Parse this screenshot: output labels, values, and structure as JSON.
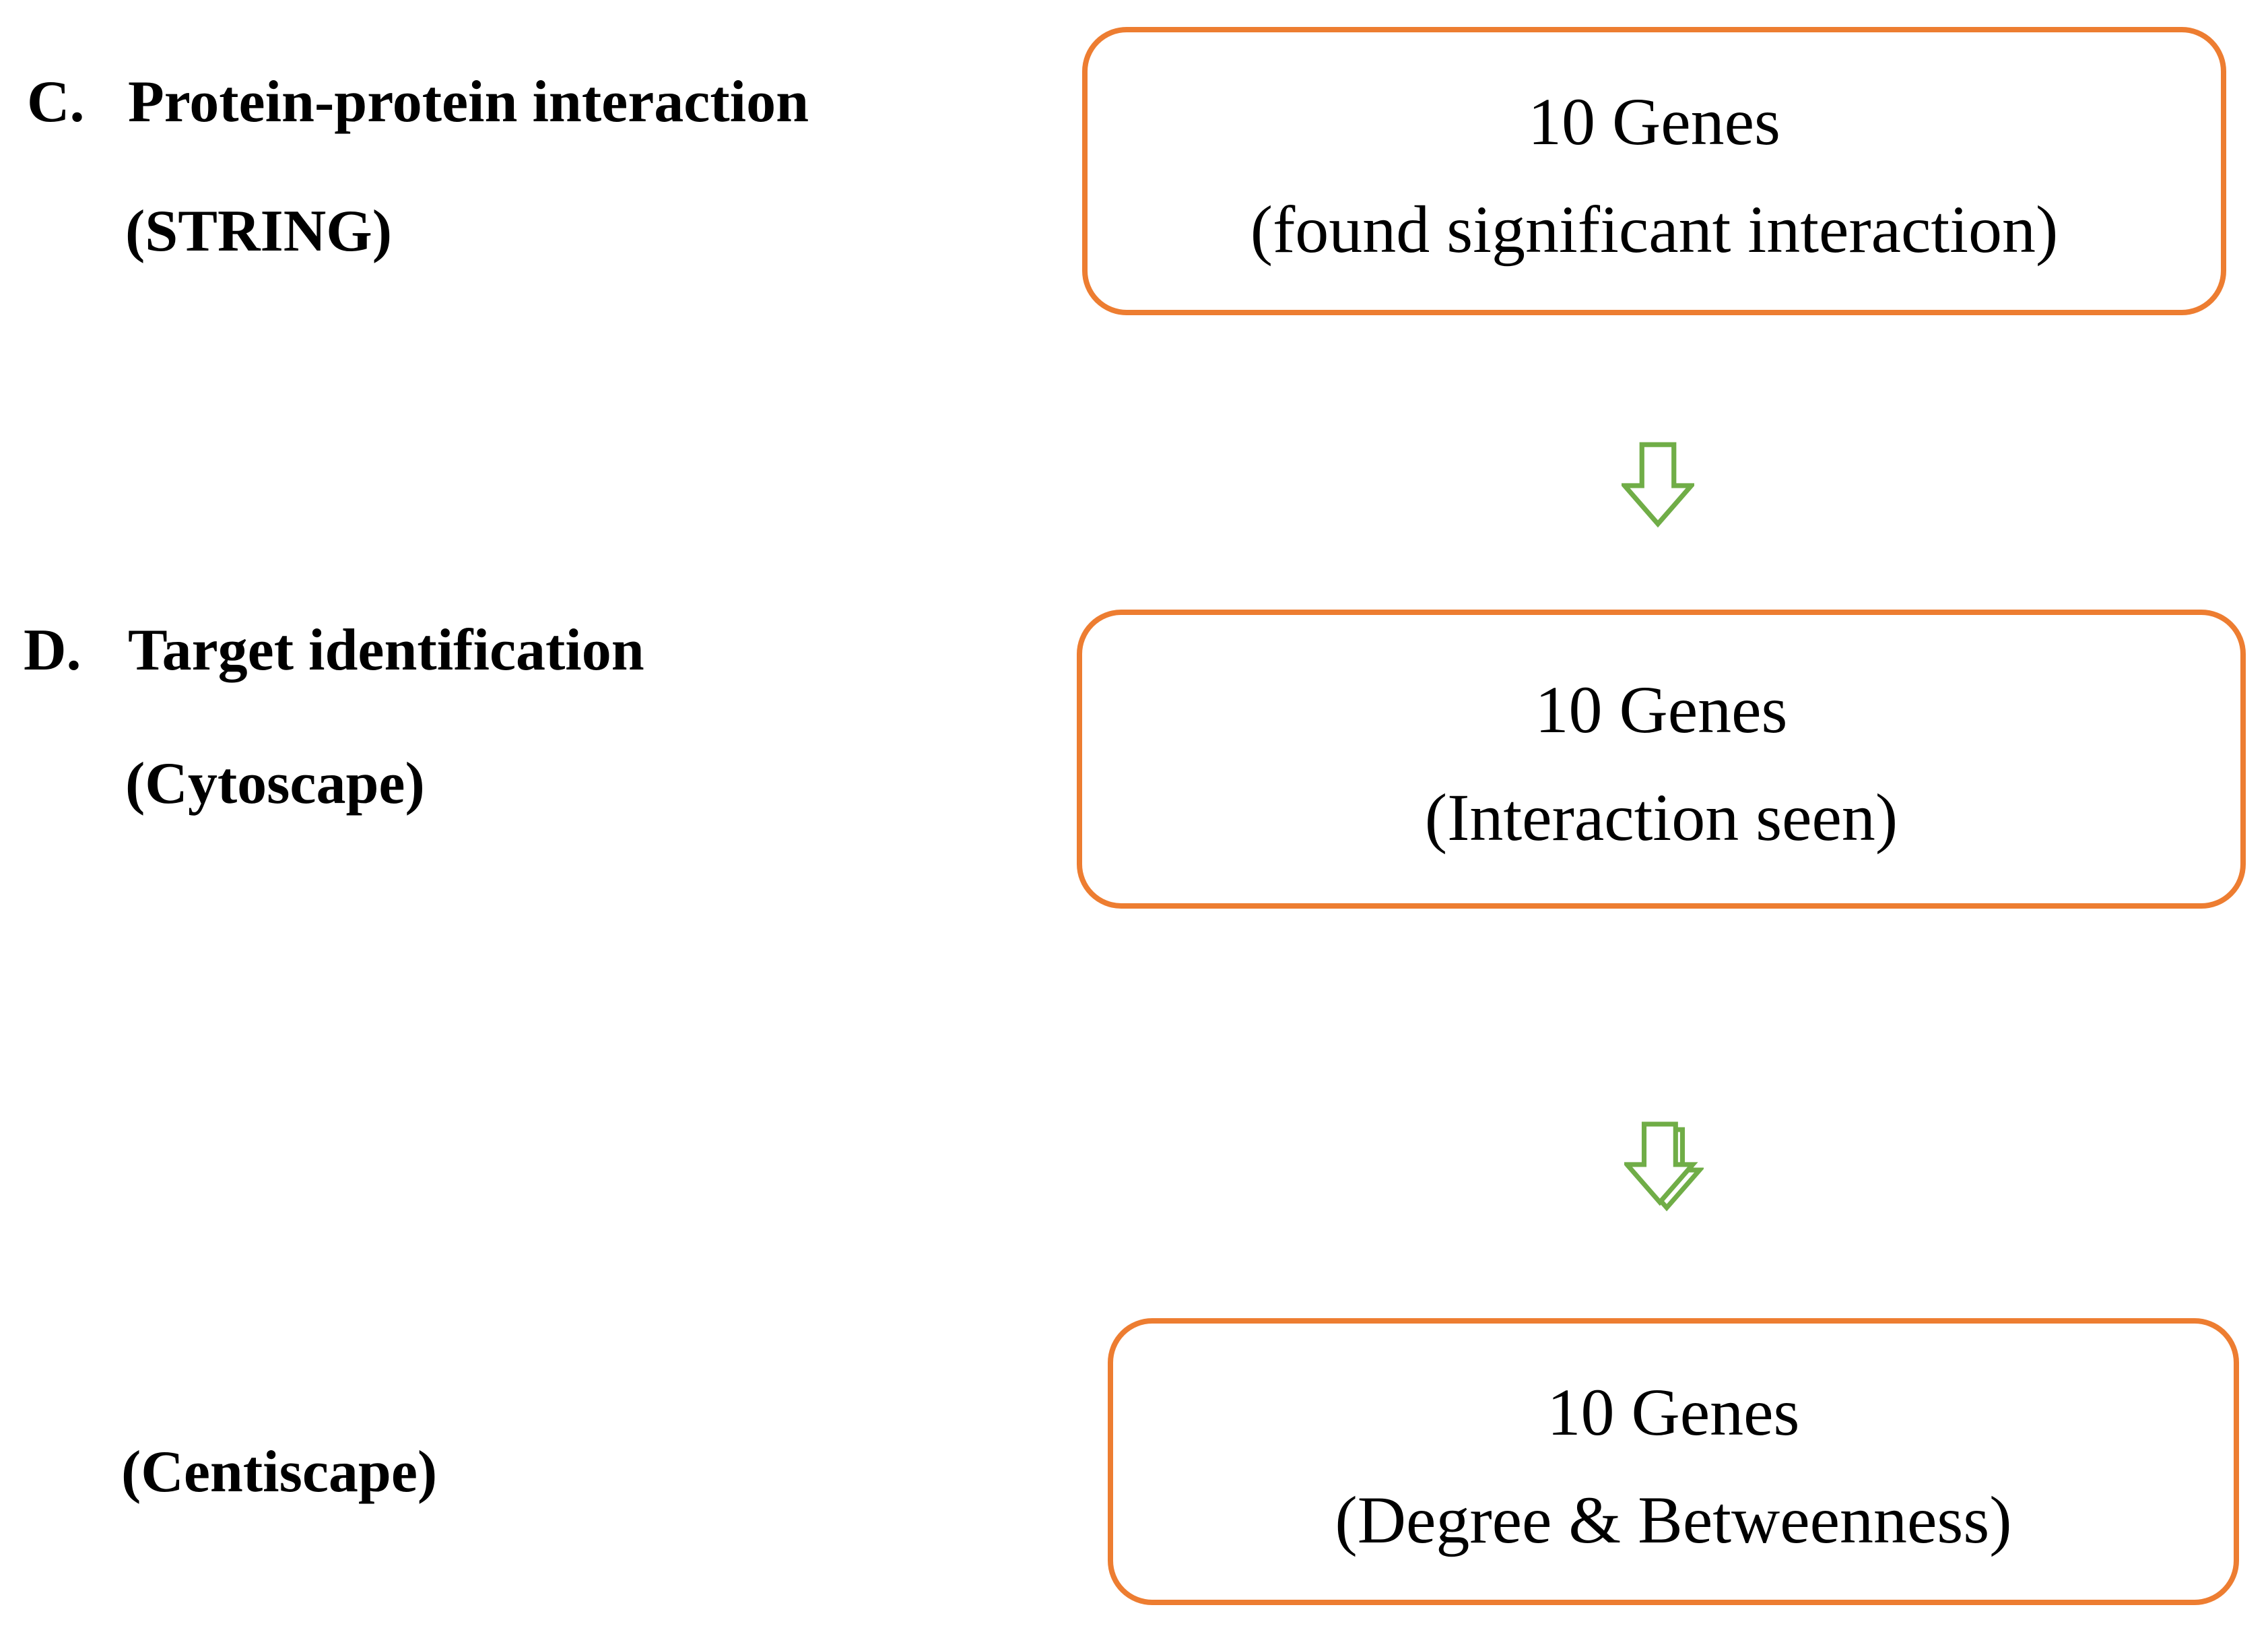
{
  "colors": {
    "background": "#FFFFFF",
    "text": "#000000",
    "box_border": "#ED7D31",
    "arrow_green": "#70AD47"
  },
  "left_labels": {
    "c": {
      "prefix": "C.",
      "title": "Protein-protein interaction",
      "tool": "(STRING)"
    },
    "d": {
      "prefix": "D.",
      "title": "Target identification",
      "tool": "(Cytoscape)"
    },
    "centiscape": {
      "tool": "(Centiscape)"
    }
  },
  "flow": {
    "boxes": [
      {
        "line1": "10 Genes",
        "line2": "(found significant interaction)"
      },
      {
        "line1": "10 Genes",
        "line2": "(Interaction seen)"
      },
      {
        "line1": "10 Genes",
        "line2": "(Degree & Betweenness)"
      }
    ],
    "arrow_icon": "down-block-arrow"
  }
}
